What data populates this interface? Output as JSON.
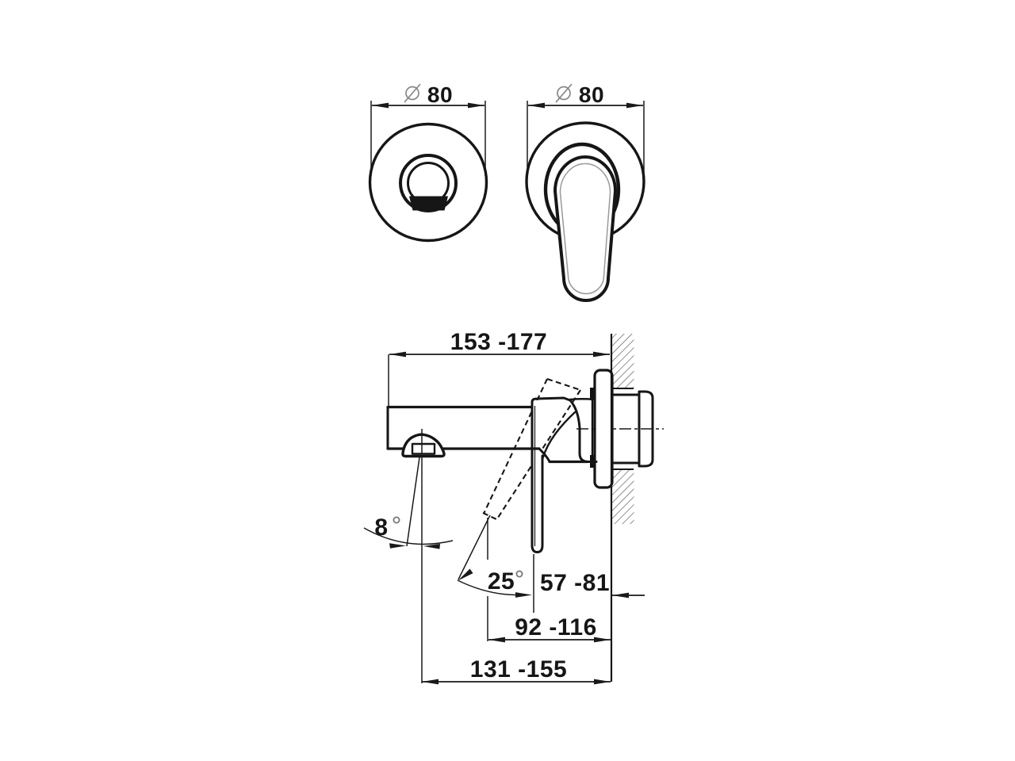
{
  "drawing": {
    "type": "technical-dimension-drawing",
    "subject": "wall-mounted single-lever basin mixer, two front views and one side view",
    "line_color": "#161616",
    "background": "#ffffff",
    "views": {
      "spout_front": {
        "name": "spout escutcheon front view",
        "diameter": "80"
      },
      "handle_front": {
        "name": "handle escutcheon front view",
        "diameter": "80"
      },
      "side": {
        "name": "side section view at wall",
        "spout_reach": "153 -177",
        "handle_to_wall": "57 -81",
        "lever_tip_to_wall": "92 -116",
        "aerator_to_wall": "131 -155",
        "spray_angle": "8",
        "lever_angle": "25"
      }
    }
  }
}
